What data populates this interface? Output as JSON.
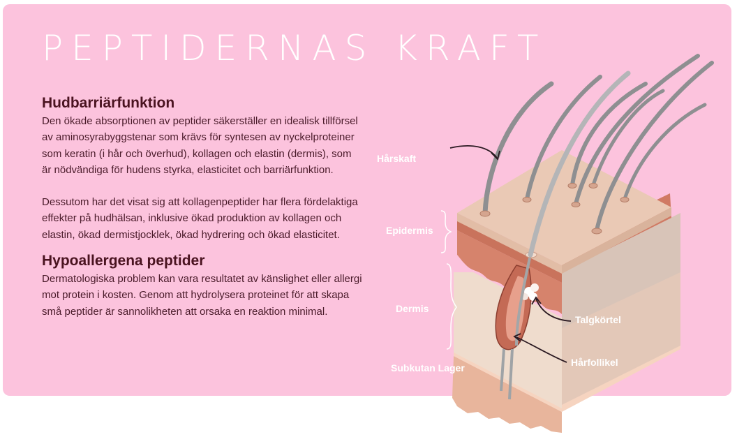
{
  "title": "PEPTIDERNAS KRAFT",
  "sections": [
    {
      "heading": "Hudbarriärfunktion",
      "paragraphs": [
        "Den ökade absorptionen av peptider säkerställer en idealisk tillförsel av aminosyrabyggstenar som krävs för syntesen av nyckelproteiner som keratin (i hår och överhud), kollagen och elastin (dermis), som är nödvändiga för hudens styrka, elasticitet och barriärfunktion.",
        "Dessutom har det visat sig att kollagenpeptider har flera fördelaktiga effekter på hudhälsan, inklusive ökad produktion av kollagen och elastin, ökad dermistjocklek, ökad hydrering och ökad elasticitet."
      ]
    },
    {
      "heading": "Hypoallergena peptider",
      "paragraphs": [
        "Dermatologiska problem kan vara resultatet av känslighet eller allergi mot protein i kosten. Genom att hydrolysera proteinet för att skapa små peptider är sannolikheten att orsaka en reaktion minimal."
      ]
    }
  ],
  "diagram_labels": {
    "hair_shaft": "Hårskaft",
    "epidermis": "Epidermis",
    "dermis": "Dermis",
    "subcutaneous": "Subkutan Lager",
    "sebaceous_gland": "Talgkörtel",
    "hair_follicle": "Hårfollikel"
  },
  "colors": {
    "background": "#fcc3dd",
    "title": "#ffffff",
    "heading": "#4a1320",
    "body_text": "#4a1b2a"
  }
}
